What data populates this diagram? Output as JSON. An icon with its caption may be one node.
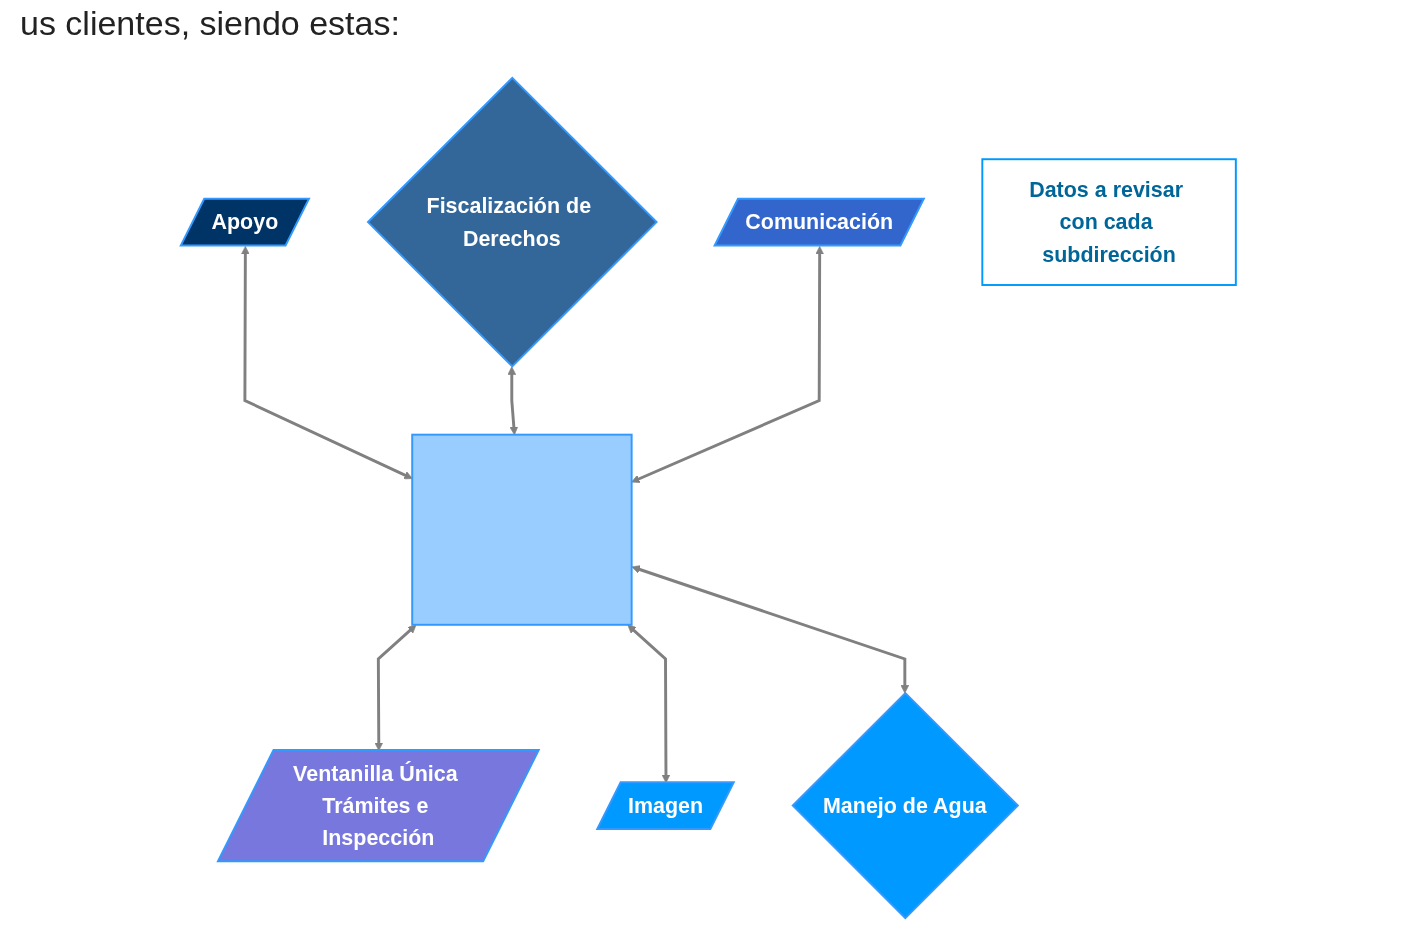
{
  "diagram": {
    "nodes": [
      {
        "text": [
          "Fiscalización de Derechos"
        ]
      },
      {
        "text": [
          "Apoyo"
        ]
      },
      {
        "text": [
          "Comunicación"
        ]
      },
      {
        "text": [
          "Datos a revisar con cada subdirección"
        ]
      },
      {
        "text": [],
        "shape": "cube"
      },
      {
        "text": [
          "Ventanilla Única Trámites e Inspección"
        ]
      },
      {
        "text": [
          "Imagen"
        ]
      },
      {
        "text": [
          "Manejo de Agua"
        ]
      }
    ],
    "edges": [
      {
        "from": 1,
        "to": 4,
        "arrow": "both"
      },
      {
        "from": 0,
        "to": 4,
        "arrow": "both"
      },
      {
        "from": 2,
        "to": 4,
        "arrow": "both"
      },
      {
        "from": 4,
        "to": 5,
        "arrow": "both"
      },
      {
        "from": 4,
        "to": 6,
        "arrow": "both"
      },
      {
        "from": 4,
        "to": 7,
        "arrow": "both"
      }
    ],
    "labels": [
      "us clientes, siendo estas:"
    ]
  }
}
